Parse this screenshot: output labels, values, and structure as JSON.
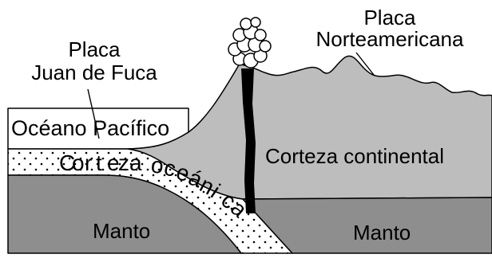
{
  "labels": {
    "plate_na_line1": "Placa",
    "plate_na_line2": "Norteamericana",
    "plate_jdf_line1": "Placa",
    "plate_jdf_line2": "Juan de Fuca",
    "ocean": "Océano Pacífico",
    "oceanic_crust": "Corteza oceánica",
    "continental_crust": "Corteza continental",
    "mantle_left": "Manto",
    "mantle_right": "Manto"
  },
  "colors": {
    "ocean": "#ffffff",
    "oceanic_crust": "#ffffff",
    "continental_crust": "#bdbdbd",
    "mantle": "#8e8e8e",
    "magma_conduit": "#000000",
    "volcano_plume": "#ffffff"
  },
  "icons": {
    "volcano_plume": "eruption-cloud-icon"
  }
}
